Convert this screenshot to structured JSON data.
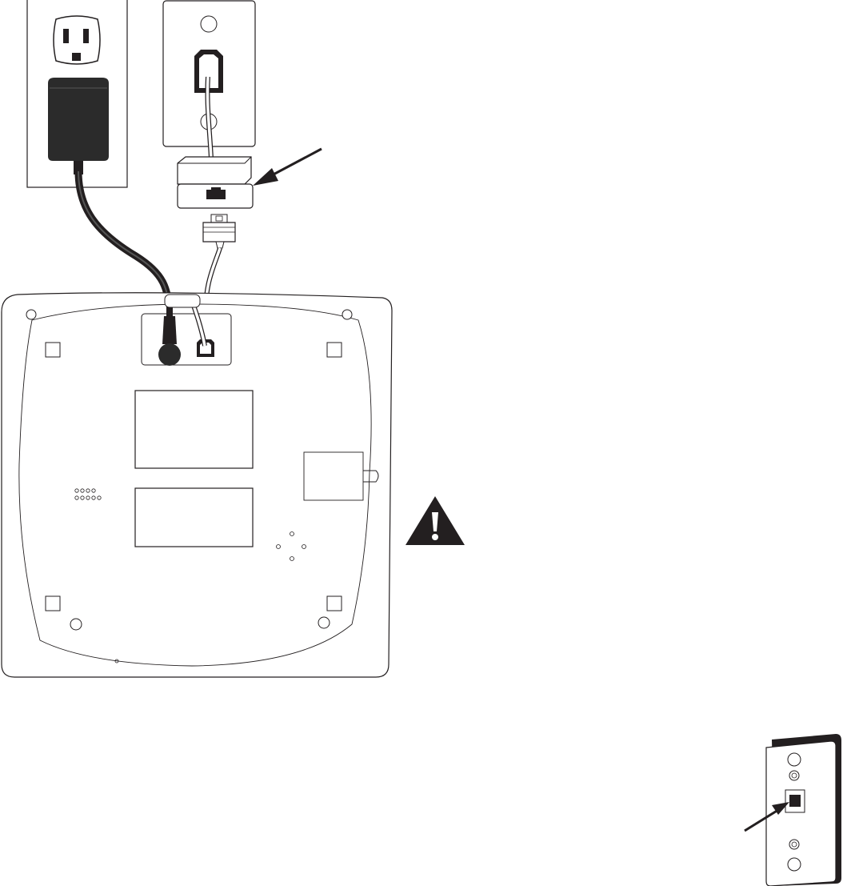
{
  "figure": {
    "parts": [
      {
        "id": "power-outlet",
        "icon": "electrical-outlet-icon"
      },
      {
        "id": "power-adapter",
        "icon": "ac-adapter-icon"
      },
      {
        "id": "phone-wall-jack",
        "icon": "rj11-wall-jack-icon"
      },
      {
        "id": "dsl-filter",
        "icon": "dsl-filter-icon"
      },
      {
        "id": "telephone-line-cord",
        "icon": "telephone-cord-icon"
      },
      {
        "id": "base-underside",
        "icon": "telephone-base-icon"
      },
      {
        "id": "warning",
        "icon": "warning-triangle-icon"
      },
      {
        "id": "wall-plate",
        "icon": "wall-mount-plate-icon"
      }
    ],
    "colors": {
      "line": "#231f20",
      "fill": "#ffffff",
      "adapter": "#2b2b2b"
    }
  }
}
